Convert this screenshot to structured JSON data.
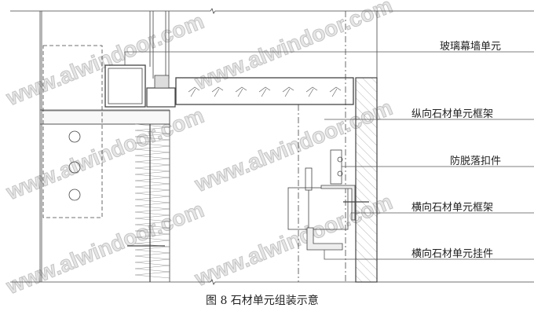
{
  "labels": {
    "glass_unit": "玻璃幕墙单元",
    "vertical_frame": "纵向石材单元框架",
    "anti_drop_clip": "防脱落扣件",
    "horizontal_frame": "横向石材单元框架",
    "horizontal_hanger": "横向石材单元挂件"
  },
  "caption": "图 8 石材单元组装示意",
  "watermark": "www.alwindoor.com"
}
